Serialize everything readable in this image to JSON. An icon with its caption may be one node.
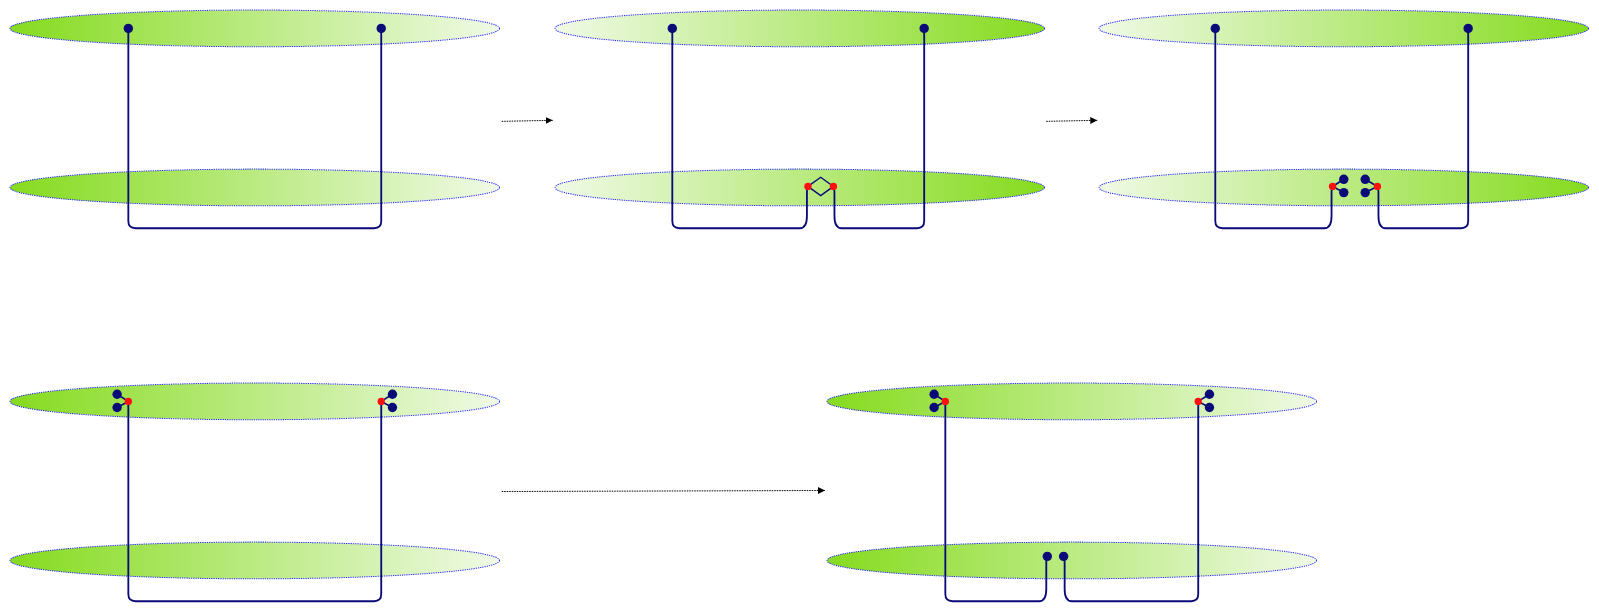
{
  "diagram": {
    "nodes": [
      {
        "text": [],
        "shape": "picture"
      },
      {
        "text": [],
        "shape": "picture"
      },
      {
        "text": [],
        "shape": "picture"
      },
      {
        "text": [],
        "shape": "picture"
      },
      {
        "text": [],
        "shape": "picture"
      }
    ],
    "edges": [
      {
        "from": 0,
        "to": 1,
        "arrow": "to",
        "style": "dashed"
      },
      {
        "from": 1,
        "to": 2,
        "arrow": "to",
        "style": "dashed"
      },
      {
        "from": 3,
        "to": 4,
        "arrow": "to",
        "style": "dashed"
      }
    ]
  }
}
